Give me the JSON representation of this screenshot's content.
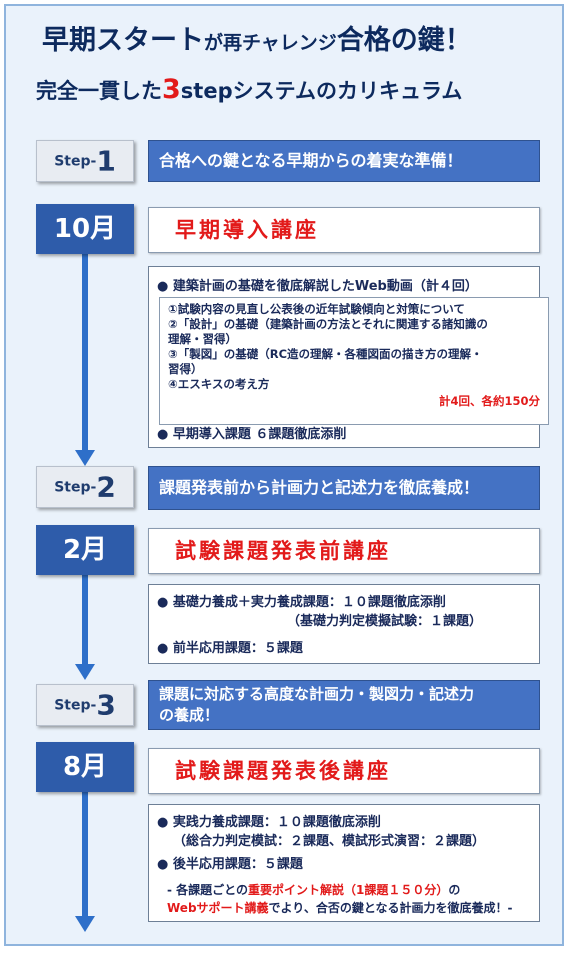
{
  "header": {
    "line1_part1": "早期スタート",
    "line1_part2": "が再チャレンジ",
    "line1_part3": "合格の鍵！",
    "line2_part1": "完全一貫した",
    "line2_num": "3",
    "line2_part2": "stepシステムのカリキュラム"
  },
  "steps": [
    {
      "label": "Step-",
      "number": "1",
      "banner": "合格への鍵となる早期からの着実な準備！",
      "month": "10月",
      "course": "早期導入講座",
      "bullet1": "●  建築計画の基礎を徹底解説したWeb動画（計４回）",
      "inner_items": [
        "①試験内容の見直し公表後の近年試験傾向と対策について",
        "②「設計」の基礎（建築計画の方法とそれに関連する諸知識の",
        "理解・習得）",
        "③「製図」の基礎（RC造の理解・各種図面の描き方の理解・",
        "習得）",
        "④エスキスの考え方"
      ],
      "inner_note": "計4回、各約150分",
      "bullet2": "●  早期導入課題 ６課題徹底添削"
    },
    {
      "label": "Step-",
      "number": "2",
      "banner": "課題発表前から計画力と記述力を徹底養成！",
      "month": "2月",
      "course": "試験課題発表前講座",
      "bullet1": "● 基礎力養成＋実力養成課題：１０課題徹底添削",
      "bullet1_sub": "（基礎力判定模擬試験：１課題）",
      "bullet2": "● 前半応用課題：５課題"
    },
    {
      "label": "Step-",
      "number": "3",
      "banner_line1": "課題に対応する高度な計画力・製図力・記述力",
      "banner_line2": "の養成！",
      "month": "8月",
      "course": "試験課題発表後講座",
      "bullet1": "● 実践力養成課題：１０課題徹底添削",
      "bullet1_sub": "（総合力判定模試：２課題、模試形式演習：２課題）",
      "bullet2": "● 後半応用課題：５課題",
      "note_a": "-  各課題ごとの",
      "note_b": "重要ポイント解説（1課題１５０分）",
      "note_c": "の",
      "note_d": "Webサポート講義",
      "note_e": "でより、合否の鍵となる計画力を徹底養成！-"
    }
  ],
  "colors": {
    "banner_blue": "#4472c4",
    "month_blue": "#2e5caa",
    "arrow_blue": "#2e6fc9",
    "accent_red": "#e21a1a",
    "title_navy": "#0d2a5e"
  }
}
